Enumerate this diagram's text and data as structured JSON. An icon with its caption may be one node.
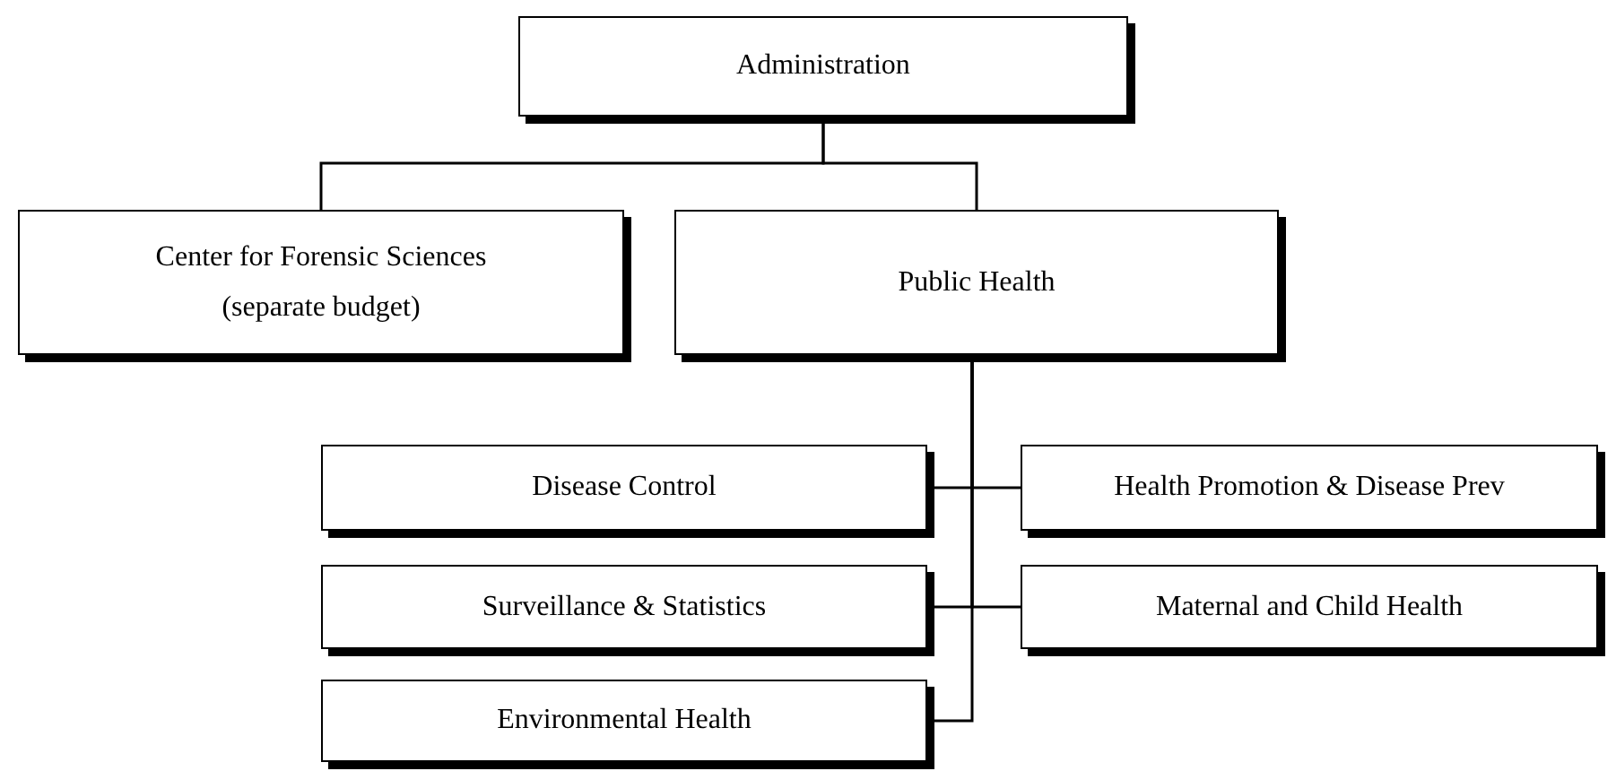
{
  "diagram": {
    "nodes": [
      {
        "text": [
          "Administration"
        ]
      },
      {
        "text": [
          "Center for Forensic Sciences (separate budget)"
        ]
      },
      {
        "text": [
          "Public Health"
        ]
      },
      {
        "text": [
          "Disease Control"
        ]
      },
      {
        "text": [
          "Health Promotion & Disease Prev"
        ]
      },
      {
        "text": [
          "Surveillance & Statistics"
        ]
      },
      {
        "text": [
          "Maternal and Child Health"
        ]
      },
      {
        "text": [
          "Environmental Health"
        ]
      }
    ],
    "edges": [
      {
        "from": 0,
        "to": 1,
        "arrow": "none"
      },
      {
        "from": 0,
        "to": 2,
        "arrow": "none"
      },
      {
        "from": 2,
        "to": 3,
        "arrow": "none"
      },
      {
        "from": 2,
        "to": 4,
        "arrow": "none"
      },
      {
        "from": 2,
        "to": 5,
        "arrow": "none"
      },
      {
        "from": 2,
        "to": 6,
        "arrow": "none"
      },
      {
        "from": 2,
        "to": 7,
        "arrow": "none"
      }
    ]
  }
}
